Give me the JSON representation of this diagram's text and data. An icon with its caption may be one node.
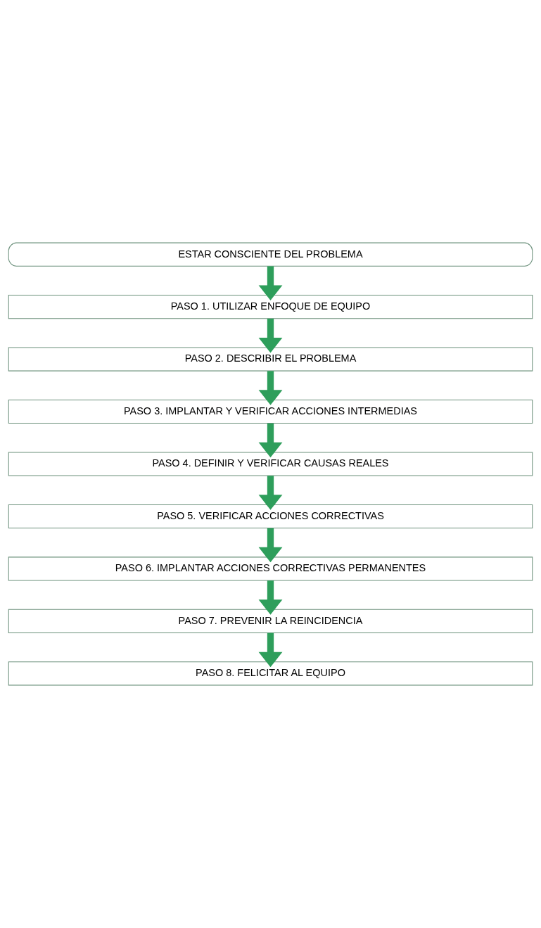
{
  "diagram": {
    "nodes": [
      {
        "text": [
          "ESTAR CONSCIENTE DEL PROBLEMA"
        ]
      },
      {
        "text": [
          "PASO 1. UTILIZAR ENFOQUE DE EQUIPO"
        ]
      },
      {
        "text": [
          "PASO 2. DESCRIBIR EL PROBLEMA"
        ]
      },
      {
        "text": [
          "PASO 3. IMPLANTAR Y VERIFICAR ACCIONES INTERMEDIAS"
        ]
      },
      {
        "text": [
          "PASO 4. DEFINIR Y VERIFICAR CAUSAS REALES"
        ]
      },
      {
        "text": [
          "PASO 5. VERIFICAR ACCIONES CORRECTIVAS"
        ]
      },
      {
        "text": [
          "PASO 6. IMPLANTAR ACCIONES CORRECTIVAS PERMANENTES"
        ]
      },
      {
        "text": [
          "PASO 7. PREVENIR LA REINCIDENCIA"
        ]
      },
      {
        "text": [
          "PASO 8. FELICITAR AL EQUIPO"
        ]
      }
    ],
    "edges": [
      {
        "from": 0,
        "to": 1,
        "arrow": "to"
      },
      {
        "from": 1,
        "to": 2,
        "arrow": "to"
      },
      {
        "from": 2,
        "to": 3,
        "arrow": "to"
      },
      {
        "from": 3,
        "to": 4,
        "arrow": "to"
      },
      {
        "from": 4,
        "to": 5,
        "arrow": "to"
      },
      {
        "from": 5,
        "to": 6,
        "arrow": "to"
      },
      {
        "from": 6,
        "to": 7,
        "arrow": "to"
      },
      {
        "from": 7,
        "to": 8,
        "arrow": "to"
      }
    ]
  }
}
